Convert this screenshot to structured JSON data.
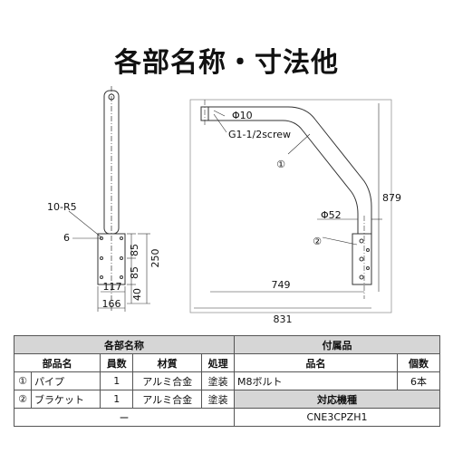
{
  "title": "各部名称・寸法他",
  "dims": {
    "r5": "10-R5",
    "six": "6",
    "d85a": "85",
    "d85b": "85",
    "d250": "250",
    "d117": "117",
    "d40": "40",
    "d166": "166",
    "phi10": "Φ10",
    "g1": "G1-1/2screw",
    "phi52": "Φ52",
    "d879": "879",
    "d749": "749",
    "d831": "831",
    "c1": "①",
    "c2": "②"
  },
  "table": {
    "section1": "各部名称",
    "section2": "付属品",
    "col_part": "部品名",
    "col_qty": "員数",
    "col_mat": "材質",
    "col_proc": "処理",
    "col_name": "品名",
    "col_count": "個数",
    "rows": [
      {
        "num": "①",
        "name": "パイプ",
        "qty": "1",
        "mat": "アルミ合金",
        "proc": "塗装"
      },
      {
        "num": "②",
        "name": "ブラケット",
        "qty": "1",
        "mat": "アルミ合金",
        "proc": "塗装"
      }
    ],
    "acc_name": "M8ボルト",
    "acc_count": "6本",
    "compat_header": "対応機種",
    "dash": "ー",
    "model": "CNE3CPZH1"
  }
}
